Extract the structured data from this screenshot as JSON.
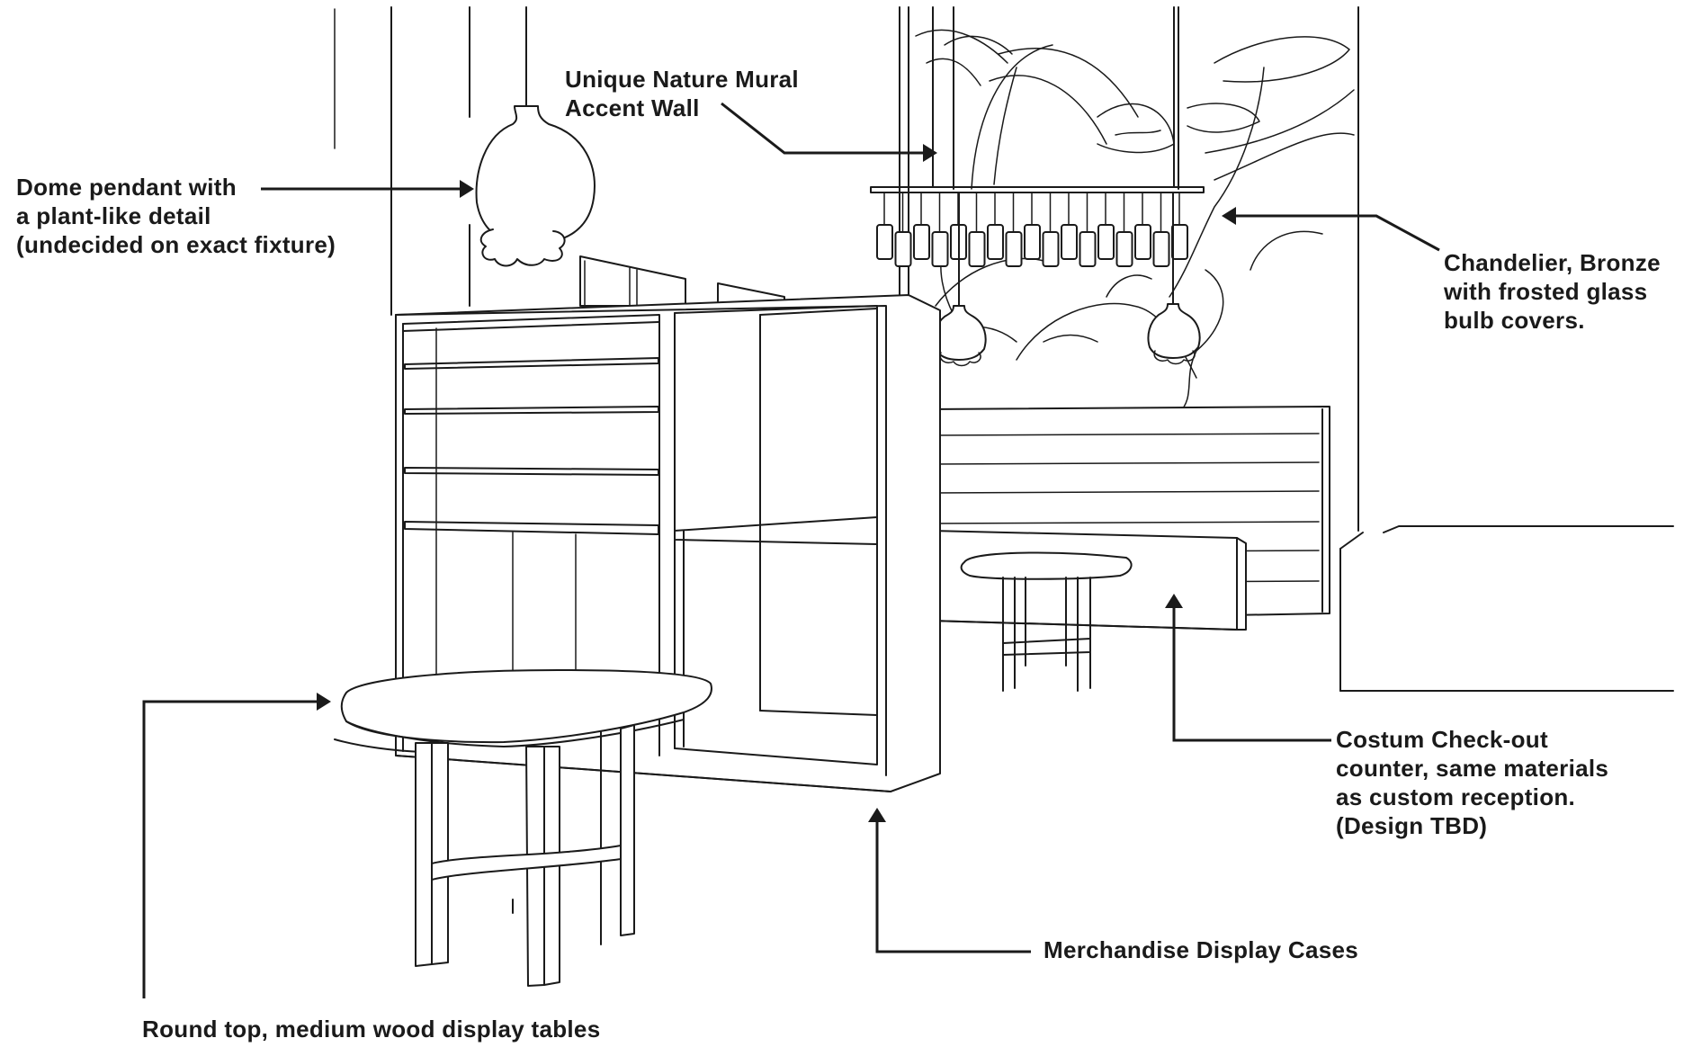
{
  "annotations": [
    {
      "id": "mural",
      "text": "Unique Nature Mural\nAccent Wall"
    },
    {
      "id": "pendant",
      "text": "Dome pendant with\na plant-like detail\n(undecided on exact fixture)"
    },
    {
      "id": "chandelier",
      "text": "Chandelier, Bronze\nwith frosted glass\nbulb covers."
    },
    {
      "id": "counter",
      "text": "Costum Check-out\ncounter, same materials\nas custom reception.\n(Design TBD)"
    },
    {
      "id": "display-cases",
      "text": "Merchandise Display Cases"
    },
    {
      "id": "tables",
      "text": "Round top, medium wood display tables"
    }
  ],
  "colors": {
    "ink": "#1a1a1a",
    "background": "#ffffff"
  }
}
